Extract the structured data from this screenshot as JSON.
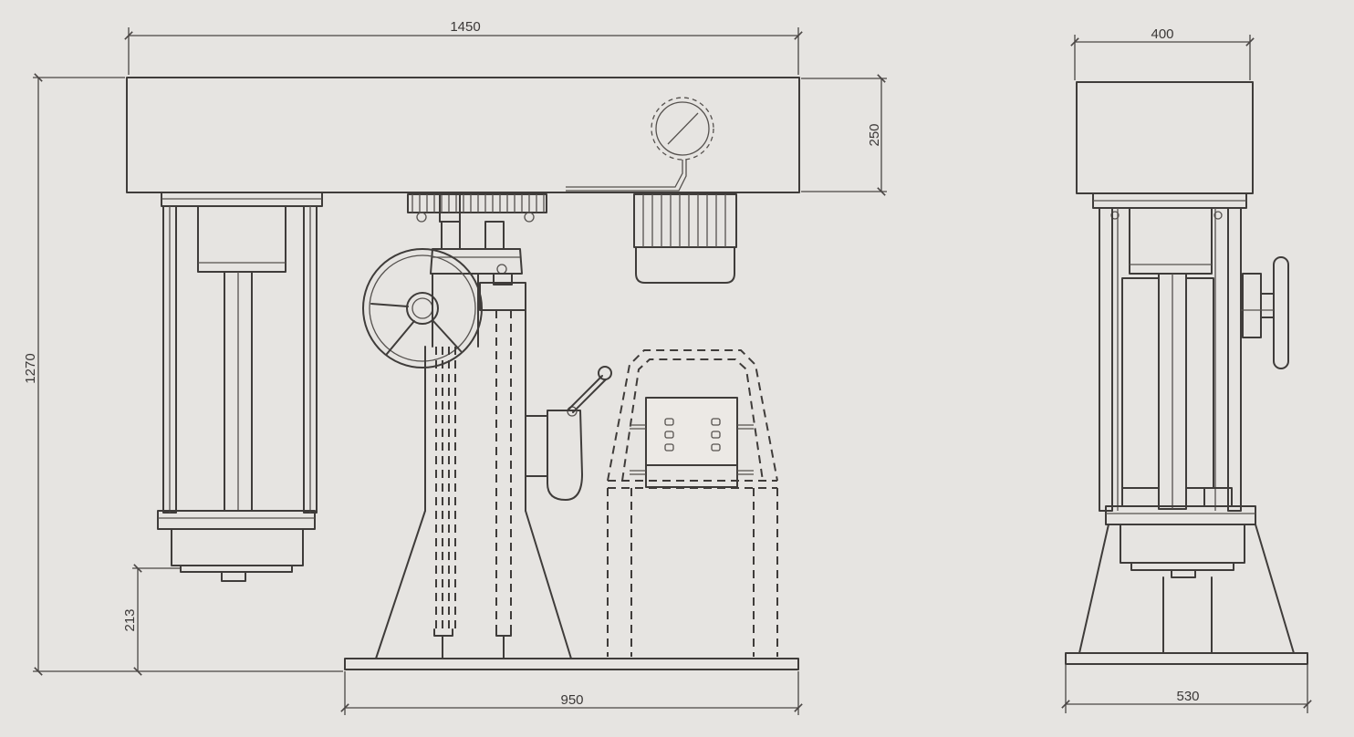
{
  "dimensions": {
    "total_width": "1450",
    "total_height": "1270",
    "box_height": "250",
    "bottom_clearance": "213",
    "base_width": "950",
    "side_width": "400",
    "side_base_width": "530"
  },
  "colors": {
    "paper": "#e6e4e1",
    "line": "#3f3c3a"
  }
}
